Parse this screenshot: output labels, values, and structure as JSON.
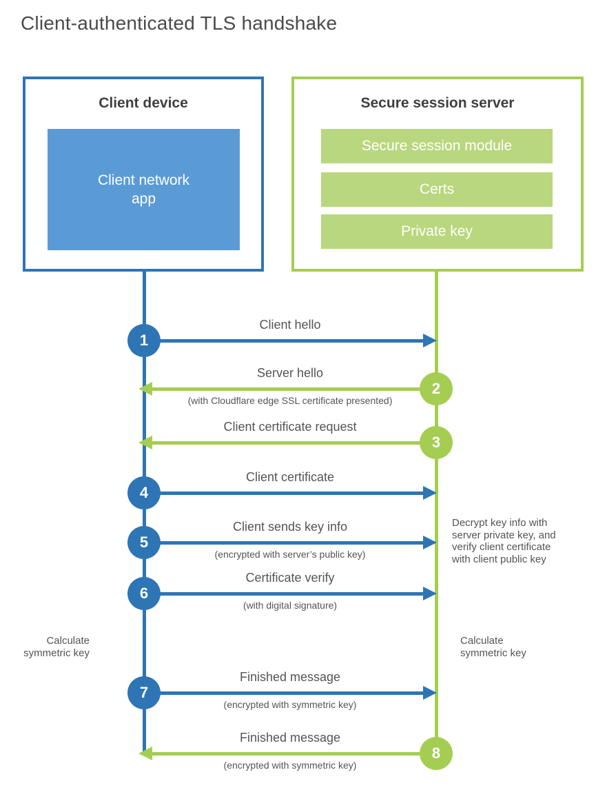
{
  "title": "Client-authenticated TLS handshake",
  "client": {
    "title": "Client device",
    "app_lines": [
      "Client network",
      "app"
    ]
  },
  "server": {
    "title": "Secure session server",
    "modules": [
      "Secure session module",
      "Certs",
      "Private key"
    ]
  },
  "messages": [
    {
      "num": "1",
      "from": "client",
      "to": "server",
      "label": "Client hello"
    },
    {
      "num": "2",
      "from": "server",
      "to": "client",
      "label": "Server hello",
      "sublabel": "(with Cloudflare edge SSL certificate presented)"
    },
    {
      "num": "3",
      "from": "server",
      "to": "client",
      "label": "Client certificate request"
    },
    {
      "num": "4",
      "from": "client",
      "to": "server",
      "label": "Client certificate"
    },
    {
      "num": "5",
      "from": "client",
      "to": "server",
      "label": "Client sends key info",
      "sublabel": "(encrypted with server’s public key)"
    },
    {
      "num": "6",
      "from": "client",
      "to": "server",
      "label": "Certificate verify",
      "sublabel": "(with digital signature)"
    },
    {
      "num": "7",
      "from": "client",
      "to": "server",
      "label": "Finished message",
      "sublabel": "(encrypted with symmetric key)"
    },
    {
      "num": "8",
      "from": "server",
      "to": "client",
      "label": "Finished message",
      "sublabel": "(encrypted with symmetric key)"
    }
  ],
  "notes": {
    "decrypt_lines": [
      "Decrypt key info with",
      "server private key, and",
      "verify client certificate",
      "with client public key"
    ],
    "calc_client_lines": [
      "Calculate",
      "symmetric key"
    ],
    "calc_server_lines": [
      "Calculate",
      "symmetric key"
    ]
  },
  "colors": {
    "blue": "#2e75b5",
    "blue_fill": "#5b9bd5",
    "green": "#a5cd52",
    "green_fill": "#b9d77e",
    "title_text": "#4a4a4a",
    "label_text": "#545454",
    "actor_title_text": "#3f3f3f"
  }
}
